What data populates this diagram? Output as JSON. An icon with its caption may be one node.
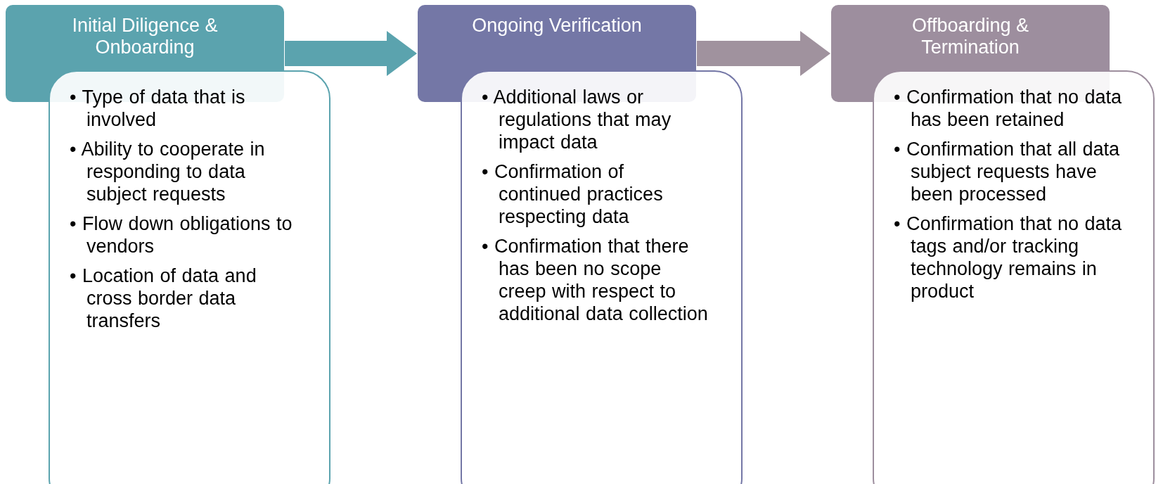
{
  "diagram": {
    "nodes": [
      {
        "text": [
          "Initial Diligence & Onboarding"
        ]
      },
      {
        "text": [
          "• Type of data that is involved",
          "• Ability to cooperate in responding to data subject requests",
          "• Flow down obligations to vendors",
          "• Location of data and cross border data transfers"
        ]
      },
      {
        "text": [
          "Ongoing Verification"
        ]
      },
      {
        "text": [
          "• Additional laws or regulations that may impact data",
          "• Confirmation of continued practices respecting data",
          "• Confirmation that there has been no scope creep with respect to additional data collection"
        ]
      },
      {
        "text": [
          "Offboarding & Termination"
        ]
      },
      {
        "text": [
          "• Confirmation that no data has been retained",
          "• Confirmation that all data subject requests have been processed",
          "• Confirmation that no data tags and/or tracking technology remains in product"
        ]
      }
    ],
    "edges": [
      {
        "from": 0,
        "to": 2,
        "arrow": "to",
        "color": "#5ba3ae"
      },
      {
        "from": 2,
        "to": 4,
        "arrow": "to",
        "color": "#a0929e"
      }
    ]
  }
}
